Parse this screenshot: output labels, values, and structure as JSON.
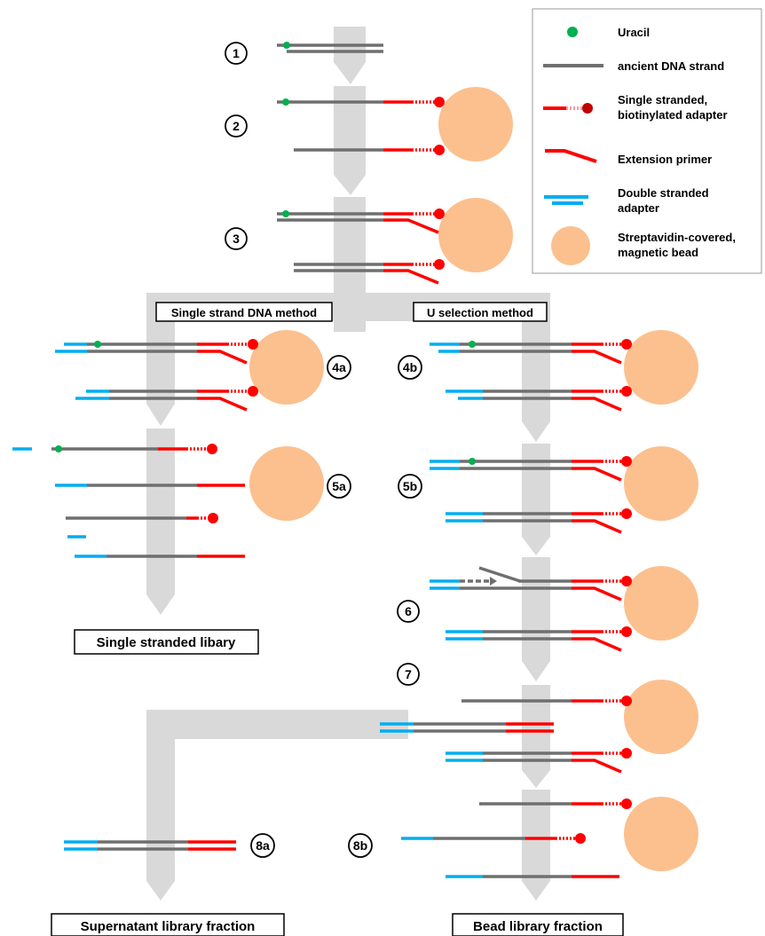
{
  "colors": {
    "arrow": "#d9d9d9",
    "dna": "#6f6f6f",
    "adapter_red": "#ff0000",
    "adapter_blue": "#00aeef",
    "uracil": "#00b050",
    "bead": "#fbc08e"
  },
  "legend": {
    "uracil": "Uracil",
    "ancient_dna": "ancient DNA strand",
    "ss_adapter_line1": "Single stranded,",
    "ss_adapter_line2": "biotinylated adapter",
    "extension_primer": "Extension primer",
    "ds_adapter_line1": "Double stranded",
    "ds_adapter_line2": "adapter",
    "bead_line1": "Streptavidin-covered,",
    "bead_line2": "magnetic bead"
  },
  "steps": {
    "s1": "1",
    "s2": "2",
    "s3": "3",
    "s4a": "4a",
    "s4b": "4b",
    "s5a": "5a",
    "s5b": "5b",
    "s6": "6",
    "s7": "7",
    "s8a": "8a",
    "s8b": "8b"
  },
  "methods": {
    "single_strand": "Single strand DNA method",
    "u_selection": "U selection method"
  },
  "outcomes": {
    "single_stranded_library": "Single stranded libary",
    "supernatant": "Supernatant library fraction",
    "bead_fraction": "Bead library fraction"
  }
}
